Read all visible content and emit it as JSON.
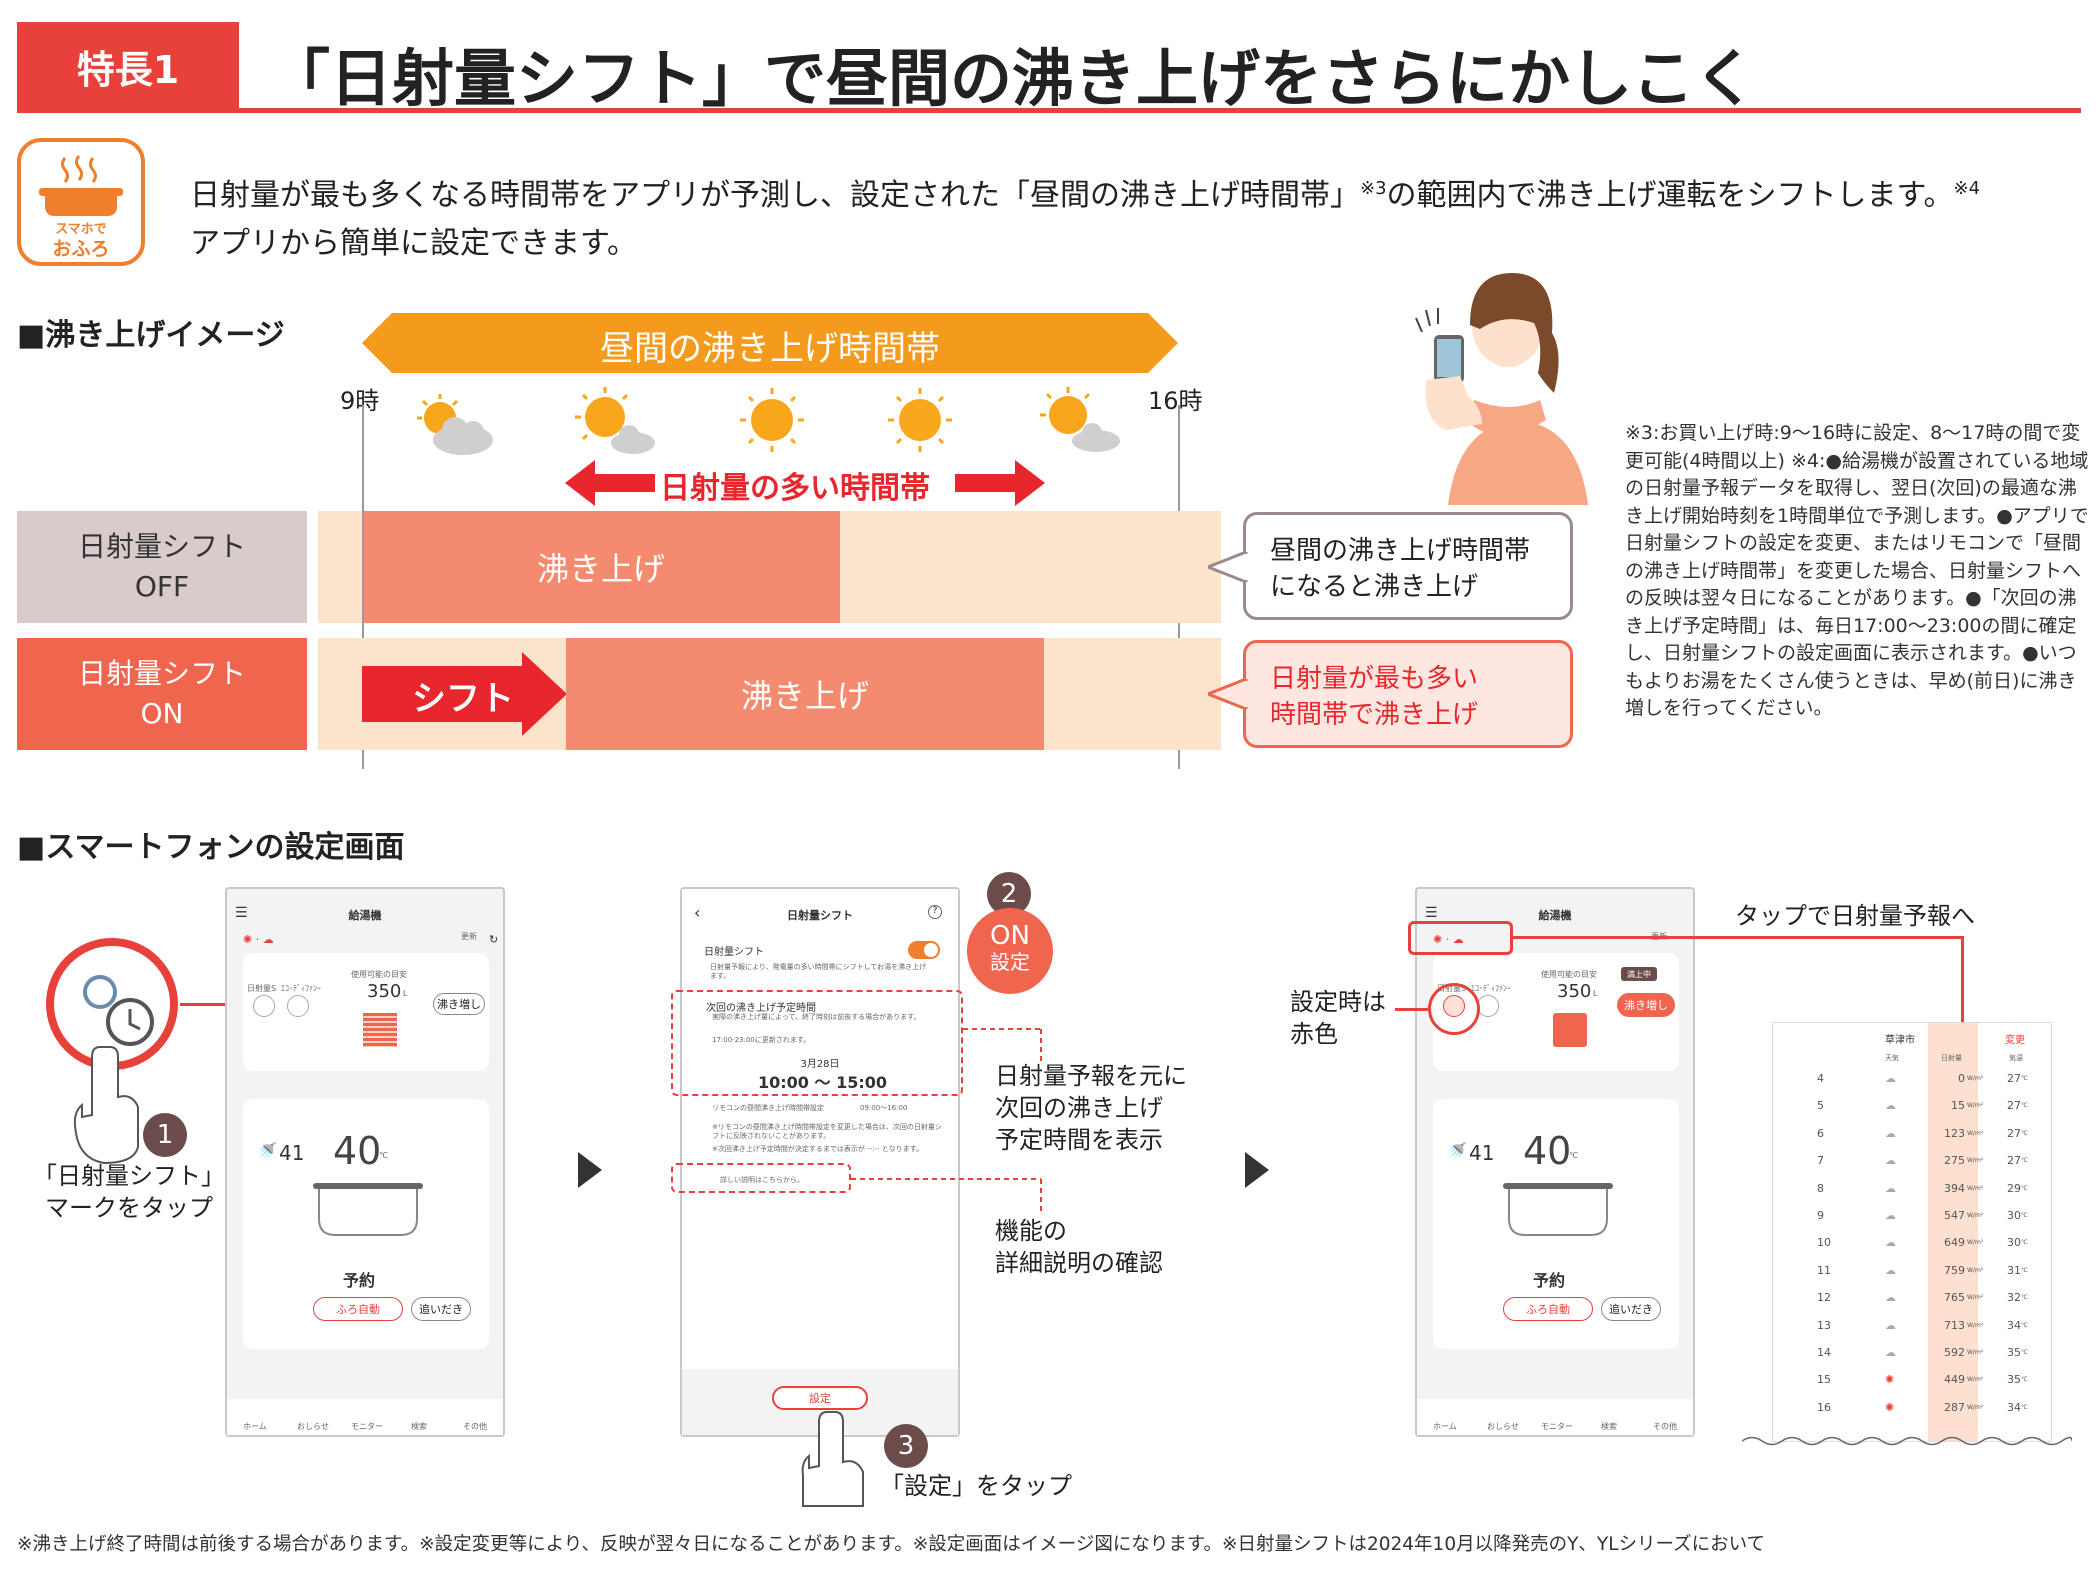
{
  "header": {
    "badge": "特長1",
    "title": "「日射量シフト」で昼間の沸き上げをさらにかしこく"
  },
  "app_icon": {
    "line1": "スマホで",
    "line2": "おふろ"
  },
  "description": {
    "line1": "日射量が最も多くなる時間帯をアプリが予測し、設定された「昼間の沸き上げ時間帯」",
    "note3": "※3",
    "line1b": "の範囲内で沸き上げ運転をシフトします。",
    "note4": "※4",
    "line2": "アプリから簡単に設定できます。"
  },
  "image_section": {
    "heading": "■沸き上げイメージ",
    "daytime_band": "昼間の沸き上げ時間帯",
    "start_time": "9時",
    "end_time": "16時",
    "high_radiation": "日射量の多い時間帯",
    "off_row": {
      "label_line1": "日射量シフト",
      "label_line2": "OFF",
      "block": "沸き上げ"
    },
    "on_row": {
      "label_line1": "日射量シフト",
      "label_line2": "ON",
      "shift": "シフト",
      "block": "沸き上げ"
    },
    "callout_off": {
      "line1": "昼間の沸き上げ時間帯",
      "line2": "になると沸き上げ"
    },
    "callout_on": {
      "line1": "日射量が最も多い",
      "line2": "時間帯で沸き上げ"
    },
    "weather_icons": [
      "sun-cloud-icon",
      "sun-cloud-icon",
      "sun-icon",
      "sun-icon",
      "sun-cloud-icon"
    ]
  },
  "notes": {
    "text": "※3:お買い上げ時:9〜16時に設定、8〜17時の間で変更可能(4時間以上) ※4:●給湯機が設置されている地域の日射量予報データを取得し、翌日(次回)の最適な沸き上げ開始時刻を1時間単位で予測します。●アプリで日射量シフトの設定を変更、またはリモコンで「昼間の沸き上げ時間帯」を変更した場合、日射量シフトへの反映は翌々日になることがあります。●「次回の沸き上げ予定時間」は、毎日17:00〜23:00の間に確定し、日射量シフトの設定画面に表示されます。●いつもよりお湯をたくさん使うときは、早め(前日)に沸き増しを行ってください。"
  },
  "phone_section": {
    "heading": "■スマートフォンの設定画面",
    "step1": {
      "num": "1",
      "caption_line1": "「日射量シフト」",
      "caption_line2": "マークをタップ"
    },
    "step2": {
      "num": "2",
      "badge_line1": "ON",
      "badge_line2": "設定"
    },
    "step3": {
      "num": "3",
      "caption": "「設定」をタップ"
    },
    "ann_forecast": {
      "line1": "日射量予報を元に",
      "line2": "次回の沸き上げ",
      "line3": "予定時間を表示"
    },
    "ann_detail": {
      "line1": "機能の",
      "line2": "詳細説明の確認"
    },
    "ann_red": {
      "line1": "設定時は",
      "line2": "赤色"
    },
    "ann_tap": "タップで日射量予報へ"
  },
  "phone1": {
    "title": "給湯機",
    "update": "更新",
    "icon_label1": "日射量S",
    "icon_label2": "ｴｺ･ﾃﾞｨﾌｧﾝｰ",
    "usable": "使用可能の目安",
    "amount": "350",
    "amount_unit": "L",
    "boost": "沸き増し",
    "temp_small": "41",
    "temp_big": "40",
    "temp_unit": "℃",
    "reserve": "予約",
    "auto": "ふろ自動",
    "reheat": "追いだき",
    "nav": [
      "ホーム",
      "おしらせ",
      "モニター",
      "検索",
      "その他"
    ]
  },
  "phone2": {
    "title": "日射量シフト",
    "toggle_label": "日射量シフト",
    "desc1": "日射量予報により、発電量の多い時間帯にシフトしてお湯を沸き上げます。",
    "next_title": "次回の沸き上げ予定時間",
    "next_desc": "実際の沸き上げ量によって、終了時刻は前後する場合があります。",
    "next_desc2": "17:00-23:00に更新されます。",
    "date": "3月28日",
    "time_from": "10:00",
    "time_sep": "〜",
    "time_to": "15:00",
    "remote_label": "リモコンの昼間沸き上げ時間帯設定",
    "remote_value": "09:00〜16:00",
    "remark1": "※リモコンの昼間沸き上げ時間帯設定を変更した場合は、次回の日射量シフトに反映されないことがあります。",
    "remark2": "※次回沸き上げ予定時間が決定するまでは表示が --:-- となります。",
    "detail_link": "詳しい説明はこちらから。",
    "set": "設定"
  },
  "phone3": {
    "title": "給湯機",
    "update": "更新",
    "icon_label1": "日射量S",
    "icon_label2": "ｴｺ･ﾃﾞｨﾌｧﾝｰ",
    "usable": "使用可能の目安",
    "amount": "350",
    "amount_unit": "L",
    "status": "満上中",
    "boost": "沸き増し",
    "temp_small": "41",
    "temp_big": "40",
    "temp_unit": "℃",
    "reserve": "予約",
    "auto": "ふろ自動",
    "reheat": "追いだき",
    "nav": [
      "ホーム",
      "おしらせ",
      "モニター",
      "検索",
      "その他"
    ]
  },
  "forecast": {
    "city": "草津市",
    "change": "変更",
    "col_weather": "天気",
    "col_rad": "日射量",
    "col_temp": "気温",
    "rows": [
      {
        "hour": "4",
        "rad": "0",
        "temp": "27",
        "icon": "cloud-icon"
      },
      {
        "hour": "5",
        "rad": "15",
        "temp": "27",
        "icon": "cloud-icon"
      },
      {
        "hour": "6",
        "rad": "123",
        "temp": "27",
        "icon": "cloud-icon"
      },
      {
        "hour": "7",
        "rad": "275",
        "temp": "27",
        "icon": "cloud-icon"
      },
      {
        "hour": "8",
        "rad": "394",
        "temp": "29",
        "icon": "cloud-icon"
      },
      {
        "hour": "9",
        "rad": "547",
        "temp": "30",
        "icon": "cloud-icon"
      },
      {
        "hour": "10",
        "rad": "649",
        "temp": "30",
        "icon": "cloud-icon"
      },
      {
        "hour": "11",
        "rad": "759",
        "temp": "31",
        "icon": "cloud-icon"
      },
      {
        "hour": "12",
        "rad": "765",
        "temp": "32",
        "icon": "cloud-icon"
      },
      {
        "hour": "13",
        "rad": "713",
        "temp": "34",
        "icon": "cloud-icon"
      },
      {
        "hour": "14",
        "rad": "592",
        "temp": "35",
        "icon": "cloud-icon"
      },
      {
        "hour": "15",
        "rad": "449",
        "temp": "35",
        "icon": "sun-icon"
      },
      {
        "hour": "16",
        "rad": "287",
        "temp": "34",
        "icon": "sun-icon"
      }
    ],
    "rad_unit": "W/m²",
    "temp_unit": "℃"
  },
  "footer": "※沸き上げ終了時間は前後する場合があります。※設定変更等により、反映が翌々日になることがあります。※設定画面はイメージ図になります。※日射量シフトは2024年10月以降発売のY、YLシリーズにおいて",
  "colors": {
    "brand_red": "#e8413b",
    "orange": "#f49a1c",
    "peach": "#f48b6e",
    "band": "#fbe4cb",
    "off_gray": "#d9cbcb"
  }
}
